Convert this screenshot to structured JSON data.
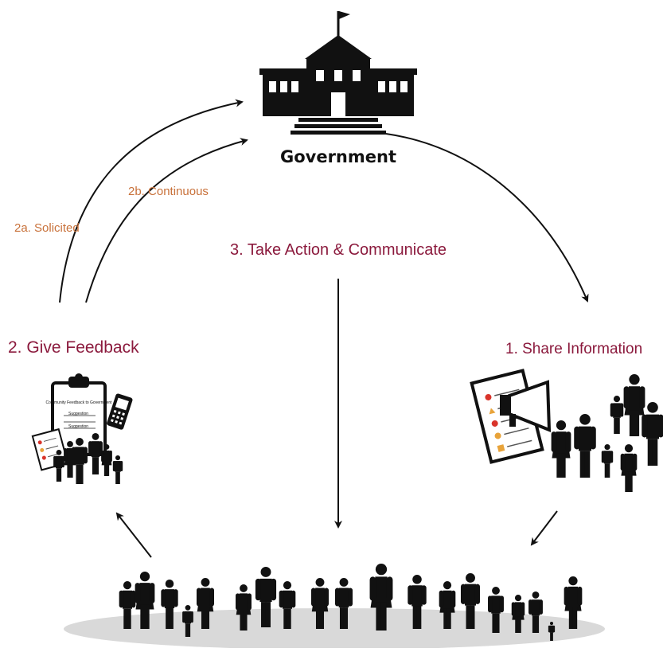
{
  "diagram": {
    "government_label": "Government",
    "steps": {
      "share_information": "1. Share Information",
      "give_feedback": "2. Give Feedback",
      "solicited": "2a. Solicited",
      "continuous": "2b. Continuous",
      "take_action": "3. Take Action & Communicate"
    },
    "clipboard": {
      "title": "Community Feedback to Government",
      "lines": [
        "Suggestion",
        "Suggestion"
      ]
    },
    "colors": {
      "step_label": "#8b1a3d",
      "sub_label": "#c8713a",
      "icons": "#111111",
      "ground_shadow": "#d9d9d9"
    },
    "icons": [
      "government-building-icon",
      "flag-icon",
      "clipboard-icon",
      "mobile-phone-icon",
      "megaphone-icon",
      "document-icon",
      "people-icon"
    ]
  }
}
